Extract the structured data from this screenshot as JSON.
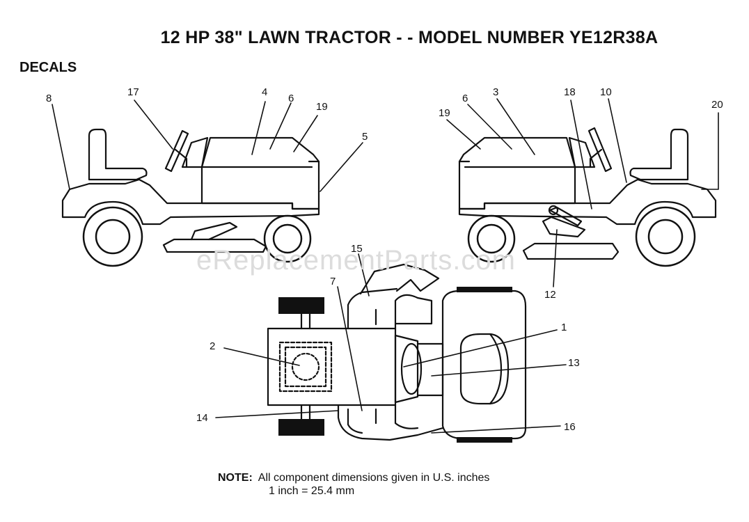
{
  "header": {
    "title": "12 HP 38\" LAWN TRACTOR - - MODEL NUMBER YE12R38A",
    "section": "DECALS"
  },
  "watermark": "eReplacementParts.com",
  "callouts": {
    "c1": "1",
    "c2": "2",
    "c3": "3",
    "c4": "4",
    "c5": "5",
    "c6a": "6",
    "c6b": "6",
    "c7": "7",
    "c8": "8",
    "c10": "10",
    "c12": "12",
    "c13": "13",
    "c14": "14",
    "c15": "15",
    "c16": "16",
    "c17": "17",
    "c18": "18",
    "c19a": "19",
    "c19b": "19",
    "c20": "20"
  },
  "note": {
    "label": "NOTE:",
    "line1": "All component dimensions given in U.S. inches",
    "line2": "1 inch = 25.4 mm"
  }
}
